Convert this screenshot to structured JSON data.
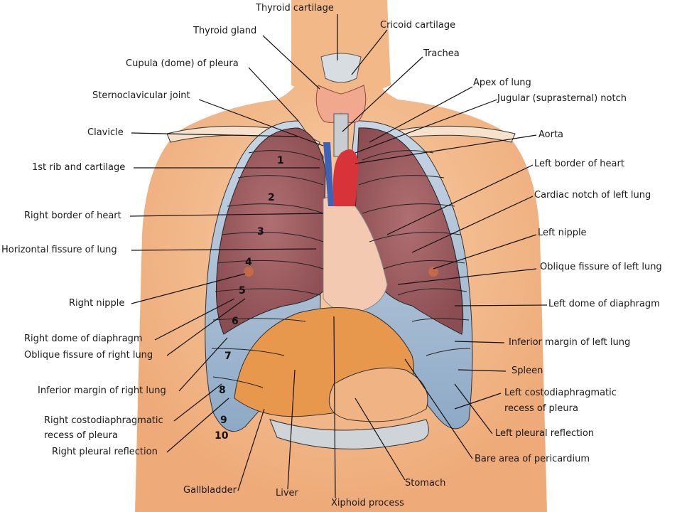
{
  "labels": {
    "thyroid_cartilage": "Thyroid cartilage",
    "thyroid_gland": "Thyroid gland",
    "cricoid_cartilage": "Cricoid cartilage",
    "cupula": "Cupula (dome) of pleura",
    "trachea": "Trachea",
    "apex_of_lung": "Apex of lung",
    "sternoclavicular_joint": "Sternoclavicular joint",
    "jugular_notch": "Jugular (suprasternal) notch",
    "clavicle": "Clavicle",
    "aorta": "Aorta",
    "first_rib": "1st rib and cartilage",
    "left_border_heart": "Left border of heart",
    "right_border_heart": "Right border of heart",
    "cardiac_notch": "Cardiac notch of left lung",
    "horizontal_fissure": "Horizontal fissure of lung",
    "left_nipple": "Left nipple",
    "oblique_fissure_left": "Oblique fissure of left lung",
    "right_nipple": "Right nipple",
    "left_dome_diaphragm": "Left dome of diaphragm",
    "right_dome_diaphragm": "Right dome of diaphragm",
    "oblique_fissure_right": "Oblique fissure of right lung",
    "inferior_margin_left": "Inferior margin of left lung",
    "spleen": "Spleen",
    "inferior_margin_right": "Inferior margin of right lung",
    "left_costodiaphragmatic_1": "Left costodiaphragmatic",
    "left_costodiaphragmatic_2": "recess of pleura",
    "right_costodiaphragmatic_1": "Right costodiaphragmatic",
    "right_costodiaphragmatic_2": "recess of pleura",
    "left_pleural_reflection": "Left pleural reflection",
    "right_pleural_reflection": "Right pleural reflection",
    "bare_area": "Bare area of pericardium",
    "gallbladder": "Gallbladder",
    "liver": "Liver",
    "stomach": "Stomach",
    "xiphoid": "Xiphoid process"
  },
  "rib_numbers": [
    "1",
    "2",
    "3",
    "4",
    "5",
    "6",
    "7",
    "8",
    "9",
    "10"
  ],
  "colors": {
    "skin": "#f4b98a",
    "lung": "#9c5f63",
    "pleura": "#a9bfd6",
    "liver": "#e79a4f",
    "heart": "#f0c0a8",
    "thyroid": "#f0a890",
    "trachea": "#c8cdd2",
    "vessel": "#d9333a"
  }
}
